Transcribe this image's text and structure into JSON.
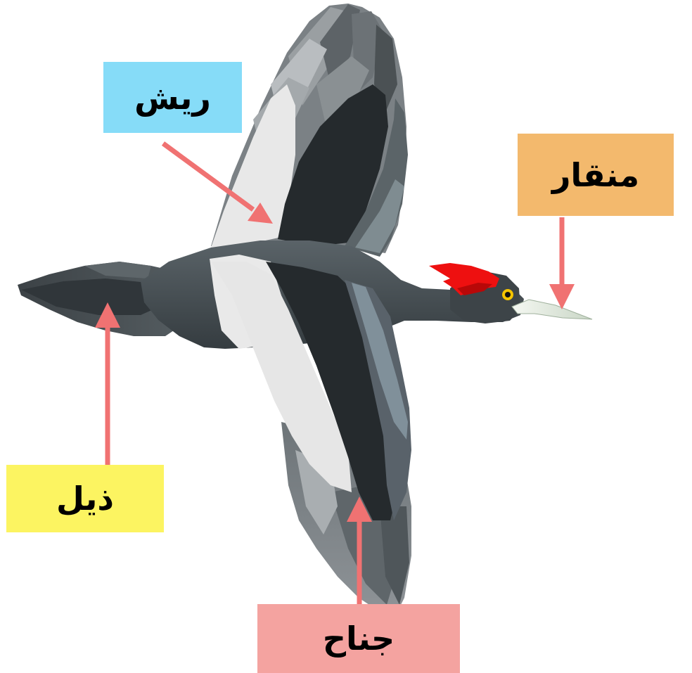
{
  "diagram": {
    "labels": {
      "feathers": "ريش",
      "beak": "منقار",
      "tail": "ذيل",
      "wing": "جناح"
    },
    "colors": {
      "feathers_box": "#86dcf8",
      "beak_box": "#f3b96d",
      "tail_box": "#fcf461",
      "wing_box": "#f4a3a0",
      "arrow": "#f07272",
      "body_dark": "#3e464a",
      "wing_black": "#252a2d",
      "wing_white": "#e6e6e6",
      "crest_red": "#ee1010",
      "beak_ivory": "#e8efe6"
    }
  }
}
